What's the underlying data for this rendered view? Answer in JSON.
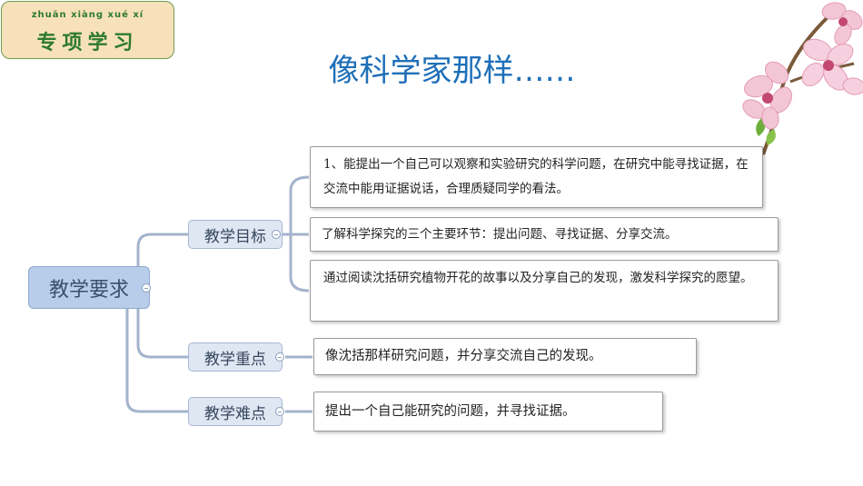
{
  "badge": {
    "pinyin": "zhuān xiàng xué  xí",
    "title": "专项学习"
  },
  "title": "像科学家那样……",
  "mindmap": {
    "root": "教学要求",
    "branches": [
      {
        "label": "教学目标",
        "items": [
          "1、能提出一个自己可以观察和实验研究的科学问题，在研究中能寻找证据，在交流中能用证据说话，合理质疑同学的看法。",
          "了解科学探究的三个主要环节：提出问题、寻找证据、分享交流。",
          "通过阅读沈括研究植物开花的故事以及分享自己的发现，激发科学探究的愿望。"
        ]
      },
      {
        "label": "教学重点",
        "items": [
          "像沈括那样研究问题，并分享交流自己的发现。"
        ]
      },
      {
        "label": "教学难点",
        "items": [
          "提出一个自己能研究的问题，并寻找证据。"
        ]
      }
    ]
  },
  "colors": {
    "title": "#1e6fb8",
    "badge_text": "#2d7a2d",
    "badge_bg": "#f7e1bb",
    "root_bg": "#b7cde9",
    "branch_bg": "#dfe7f3"
  }
}
